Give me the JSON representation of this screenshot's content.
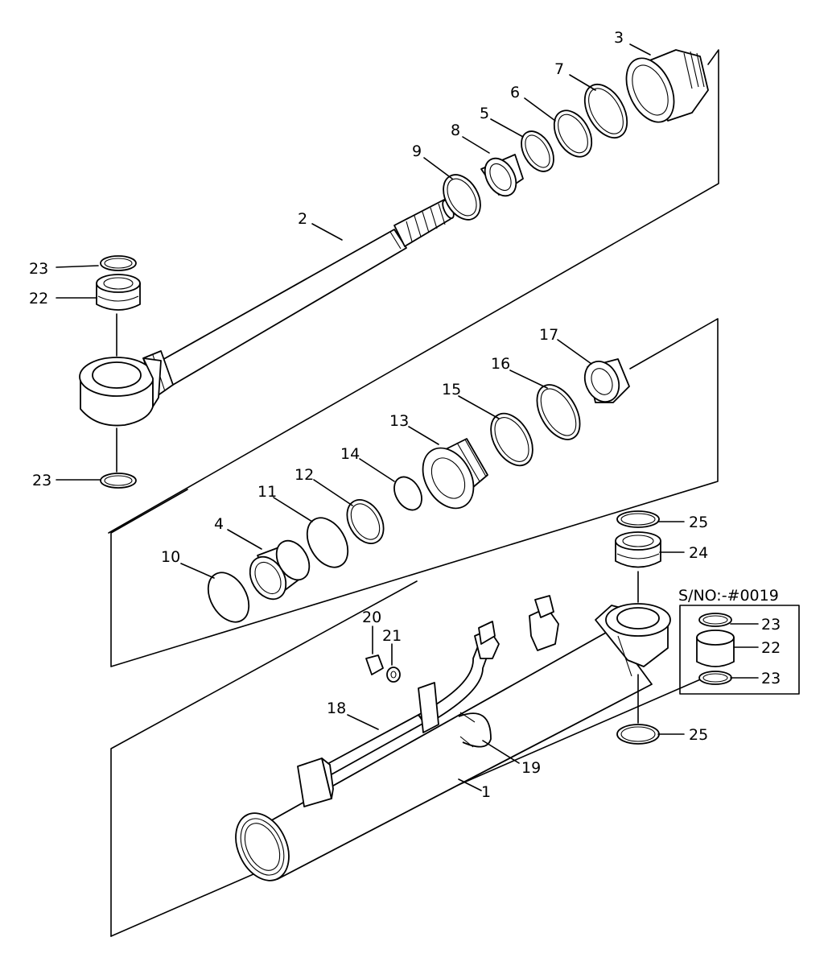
{
  "diagram": {
    "labels": {
      "p1": "1",
      "p2": "2",
      "p3": "3",
      "p4": "4",
      "p5": "5",
      "p6": "6",
      "p7": "7",
      "p8": "8",
      "p9": "9",
      "p10": "10",
      "p11": "11",
      "p12": "12",
      "p13": "13",
      "p14": "14",
      "p15": "15",
      "p16": "16",
      "p17": "17",
      "p18": "18",
      "p19": "19",
      "p20": "20",
      "p21": "21",
      "p22a": "22",
      "p23a": "23",
      "p23b": "23",
      "p24": "24",
      "p25a": "25",
      "p25b": "25",
      "p22b": "22",
      "p23c": "23",
      "p23d": "23"
    },
    "inset": {
      "title": "S/NO:-#0019"
    }
  }
}
